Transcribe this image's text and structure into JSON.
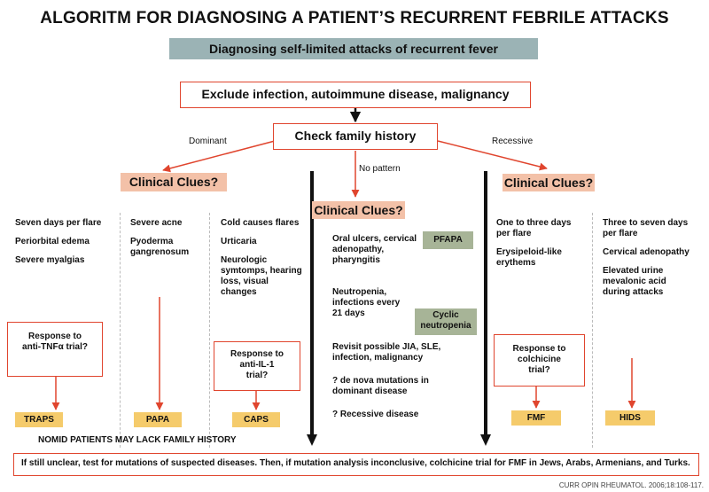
{
  "title": "ALGORITM FOR DIAGNOSING A PATIENT’S RECURRENT FEBRILE ATTACKS",
  "banner": "Diagnosing self-limited attacks of recurrent fever",
  "exclude": "Exclude infection, autoimmune disease, malignancy",
  "family_history": "Check family history",
  "branches": {
    "dominant": "Dominant",
    "no_pattern": "No pattern",
    "recessive": "Recessive"
  },
  "clinical_clues": "Clinical Clues?",
  "dominant": {
    "col1": [
      "Seven days per flare",
      "Periorbital edema",
      "Severe myalgias"
    ],
    "col2": [
      "Severe acne",
      "Pyoderma gangrenosum"
    ],
    "col3": [
      "Cold causes flares",
      "Urticaria",
      "Neurologic symtomps, hearing loss, visual changes"
    ],
    "response_tnf": "Response to anti-TNFα trial?",
    "response_il1": "Response to anti-IL-1 trial?",
    "dx1": "TRAPS",
    "dx2": "PAPA",
    "dx3": "CAPS"
  },
  "no_pattern": {
    "item1": "Oral ulcers, cervical adenopathy, pharyngitis",
    "item2": "Neutropenia, infections every 21 days",
    "item3": "Revisit possible JIA, SLE, infection, malignancy",
    "item4": "? de nova mutations in dominant disease",
    "item5": "? Recessive disease",
    "pfapa": "PFAPA",
    "cyclic": "Cyclic neutropenia"
  },
  "recessive": {
    "col1": [
      "One to three days per flare",
      "Erysipeloid-like erythems"
    ],
    "col2": [
      "Three to seven days per flare",
      "Cervical adenopathy",
      "Elevated urine mevalonic acid during attacks"
    ],
    "response_colchicine": "Response to colchicine trial?",
    "dx1": "FMF",
    "dx2": "HIDS"
  },
  "nomid": "NOMID PATIENTS MAY LACK FAMILY HISTORY",
  "footer": "If still unclear, test for mutations of suspected diseases. Then, if mutation analysis inconclusive, colchicine trial for FMF in Jews, Arabs, Armenians, and Turks.",
  "source": "CURR OPIN RHEUMATOL. 2006;18:108-117."
}
